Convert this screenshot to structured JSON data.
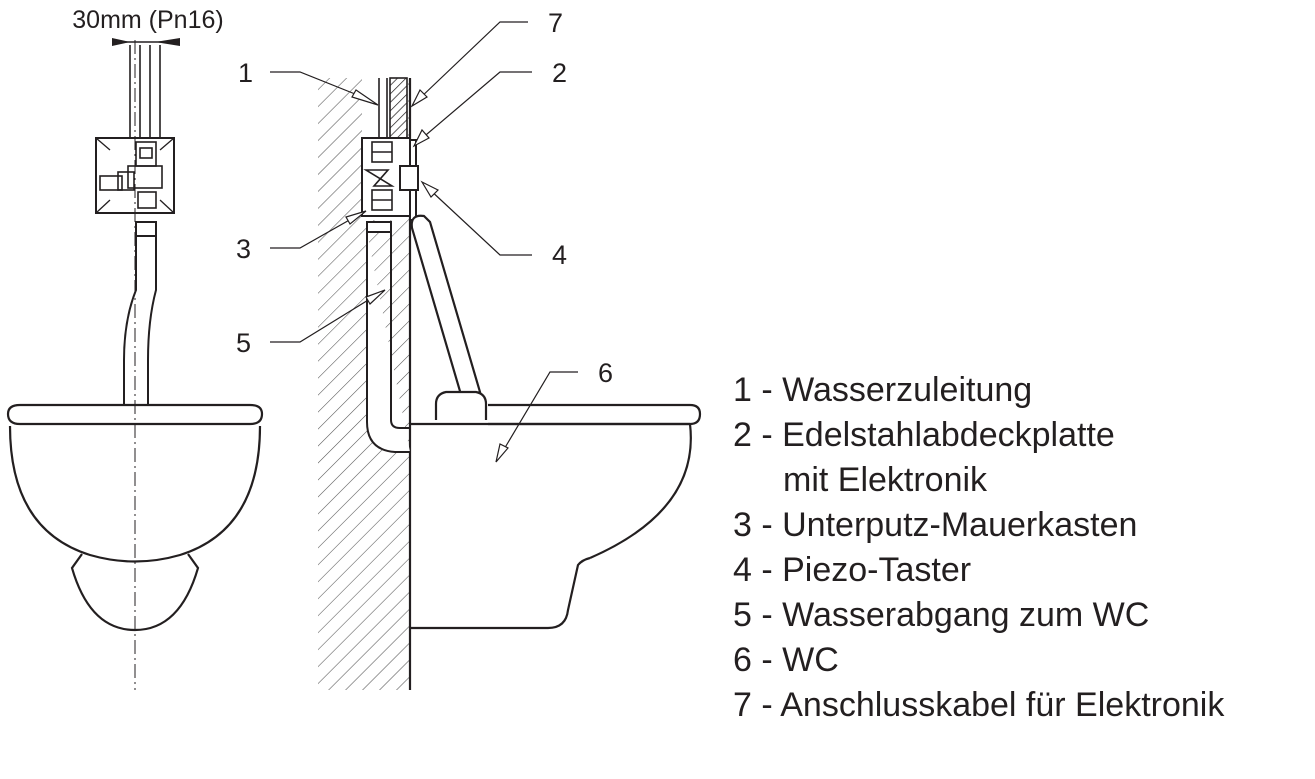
{
  "dimension_label": "30mm (Pn16)",
  "callouts": {
    "c1": "1",
    "c2": "2",
    "c3": "3",
    "c4": "4",
    "c5": "5",
    "c6": "6",
    "c7": "7"
  },
  "legend": [
    {
      "line": "1 - Wasserzuleitung"
    },
    {
      "line": "2 - Edelstahlabdeckplatte"
    },
    {
      "line": "mit Elektronik"
    },
    {
      "line": "3 - Unterputz-Mauerkasten"
    },
    {
      "line": "4 - Piezo-Taster"
    },
    {
      "line": "5 - Wasserabgang zum WC"
    },
    {
      "line": "6 - WC"
    },
    {
      "line": "7 - Anschlusskabel für Elektronik"
    }
  ]
}
